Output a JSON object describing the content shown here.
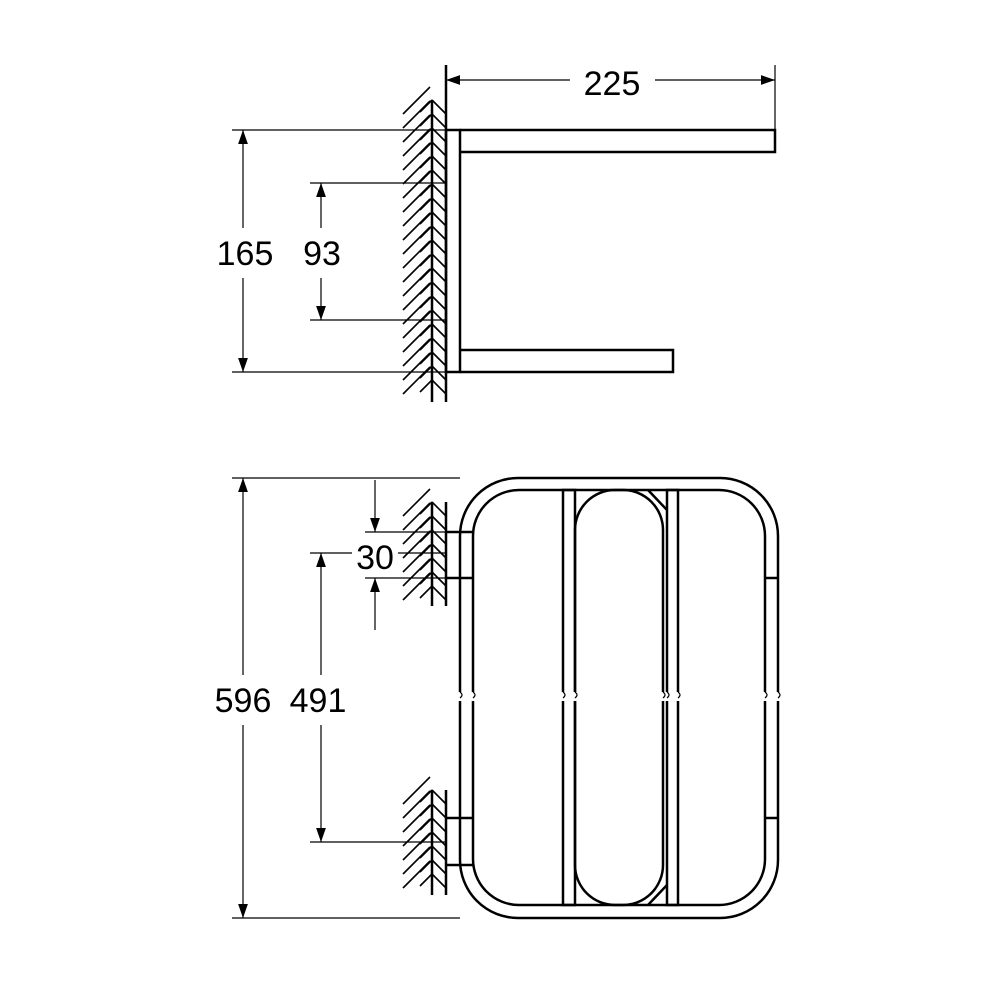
{
  "dimensions": {
    "side_view": {
      "width": "225",
      "height": "165",
      "hole_spacing": "93"
    },
    "front_view": {
      "height": "596",
      "hole_spacing": "491",
      "bracket_offset": "30"
    }
  },
  "colors": {
    "line": "#000000",
    "background": "#ffffff"
  }
}
